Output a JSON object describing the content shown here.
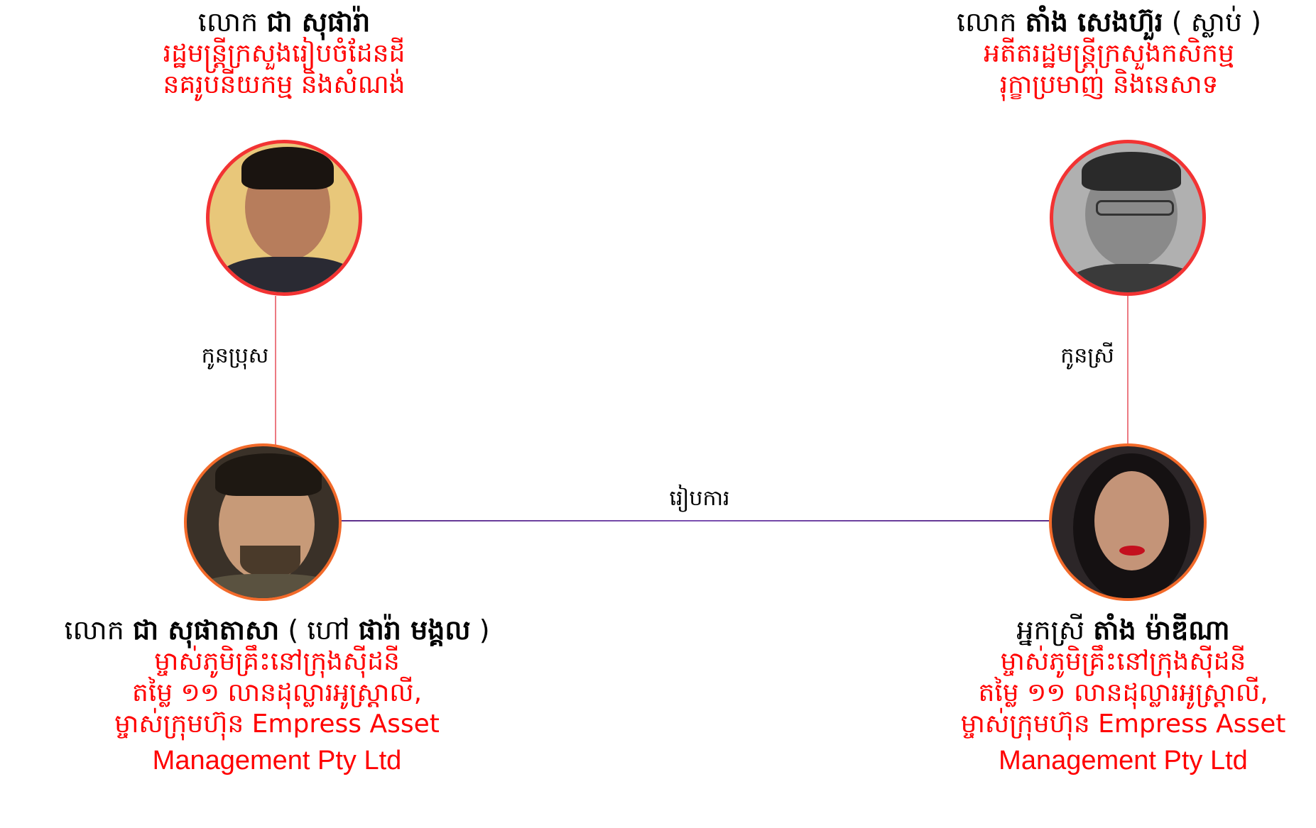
{
  "people": {
    "father_left": {
      "title": "លោក",
      "name": "ជា សុផារ៉ា",
      "suffix": "",
      "description": [
        "រដ្ឋមន្ត្រីក្រសួងរៀបចំដែនដី",
        "នគរូបនីយកម្ម និងសំណង់"
      ],
      "photo_bg": "#e8c77a",
      "border_color": "#f23333"
    },
    "father_right": {
      "title": "លោក",
      "name": "តាំង សេងហ៊ួរ",
      "suffix": "( ស្លាប់ )",
      "description": [
        "អតីតរដ្ឋមន្ត្រីក្រសួងកសិកម្ម",
        "រុក្ខាប្រមាញ់ និងនេសាទ"
      ],
      "photo_bg": "#9a9a9a",
      "border_color": "#f23333"
    },
    "son": {
      "title": "លោក",
      "name": "ជា សុផាតាសា",
      "alias_prefix": "( ហៅ",
      "alias": "ផារ៉ា មង្គល",
      "alias_suffix": ")",
      "description": [
        "ម្ចាស់ភូមិគ្រឹះនៅក្រុងស៊ីដនី",
        "តម្លៃ ១១ លានដុល្លារអូស្ត្រាលី,",
        "ម្ចាស់ក្រុមហ៊ុន Empress Asset"
      ],
      "description_latin": "Management Pty Ltd",
      "photo_bg": "#3a3128",
      "border_color": "#f26a2a"
    },
    "daughter": {
      "title": "អ្នកស្រី",
      "name": "តាំង ម៉ាឌីណា",
      "description": [
        "ម្ចាស់ភូមិគ្រឹះនៅក្រុងស៊ីដនី",
        "តម្លៃ ១១ លានដុល្លារអូស្ត្រាលី,",
        "ម្ចាស់ក្រុមហ៊ុន Empress Asset"
      ],
      "description_latin": "Management Pty Ltd",
      "photo_bg": "#2c2628",
      "border_color": "#f26a2a"
    }
  },
  "relations": {
    "son_label": "កូនប្រុស",
    "daughter_label": "កូនស្រី",
    "marriage_label": "រៀបការ"
  },
  "colors": {
    "name_text": "#000000",
    "description_text": "#ff0000",
    "parent_line": "#ec7a82",
    "marriage_line": "#6a3d9a"
  }
}
